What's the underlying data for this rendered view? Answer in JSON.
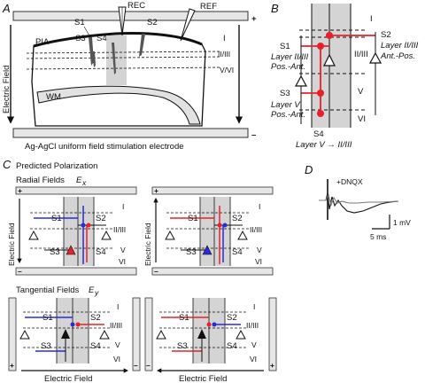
{
  "panel_labels": {
    "a": "A",
    "b": "B",
    "c": "C",
    "d": "D"
  },
  "panel_a": {
    "plus": "+",
    "minus": "–",
    "electric_field_label": "Electric Field",
    "electrode_caption": "Ag-AgCl uniform field stimulation electrode",
    "rec_label": "REC",
    "ref_label": "REF",
    "s1": "S1",
    "s2": "S2",
    "s3": "S3",
    "s4": "S4",
    "pia": "PIA",
    "wm": "WM",
    "layer_i": "I",
    "layer_2_3": "II/III",
    "layer_5_6": "V/VI"
  },
  "panel_b": {
    "layer_i": "I",
    "layer_2_3": "II/III",
    "layer_v": "V",
    "layer_vi": "VI",
    "s1": "S1",
    "s1_desc1": "Layer II/III",
    "s1_desc2": "Pos.-Ant.",
    "s2": "S2",
    "s2_desc1": "Layer II/III",
    "s2_desc2": "Ant.-Pos.",
    "s3": "S3",
    "s3_desc1": "Layer V",
    "s3_desc2": "Pos.-Ant.",
    "s4": "S4",
    "s4_desc": "Layer V → II/III"
  },
  "panel_c": {
    "title": "Predicted Polarization",
    "radial_title": "Radial Fields",
    "radial_symbol": "E",
    "radial_sub": "x",
    "tangential_title": "Tangential Fields",
    "tangential_symbol": "E",
    "tangential_sub": "y",
    "electric_field_label": "Electric Field",
    "plus": "+",
    "minus": "–",
    "s1": "S1",
    "s2": "S2",
    "s3": "S3",
    "s4": "S4",
    "layer_i": "I",
    "layer_2_3": "II/III",
    "layer_v": "V",
    "layer_vi": "VI"
  },
  "panel_d": {
    "dnqx_label": "+DNQX",
    "scale_v": "1 mV",
    "scale_t": "5 ms"
  },
  "colors": {
    "red": "#e8202a",
    "blue": "#2a2ad8",
    "column_gray": "#d4d4d4",
    "electrode_fill": "#e6e6e6",
    "trace_gray": "#7a7a7a"
  }
}
